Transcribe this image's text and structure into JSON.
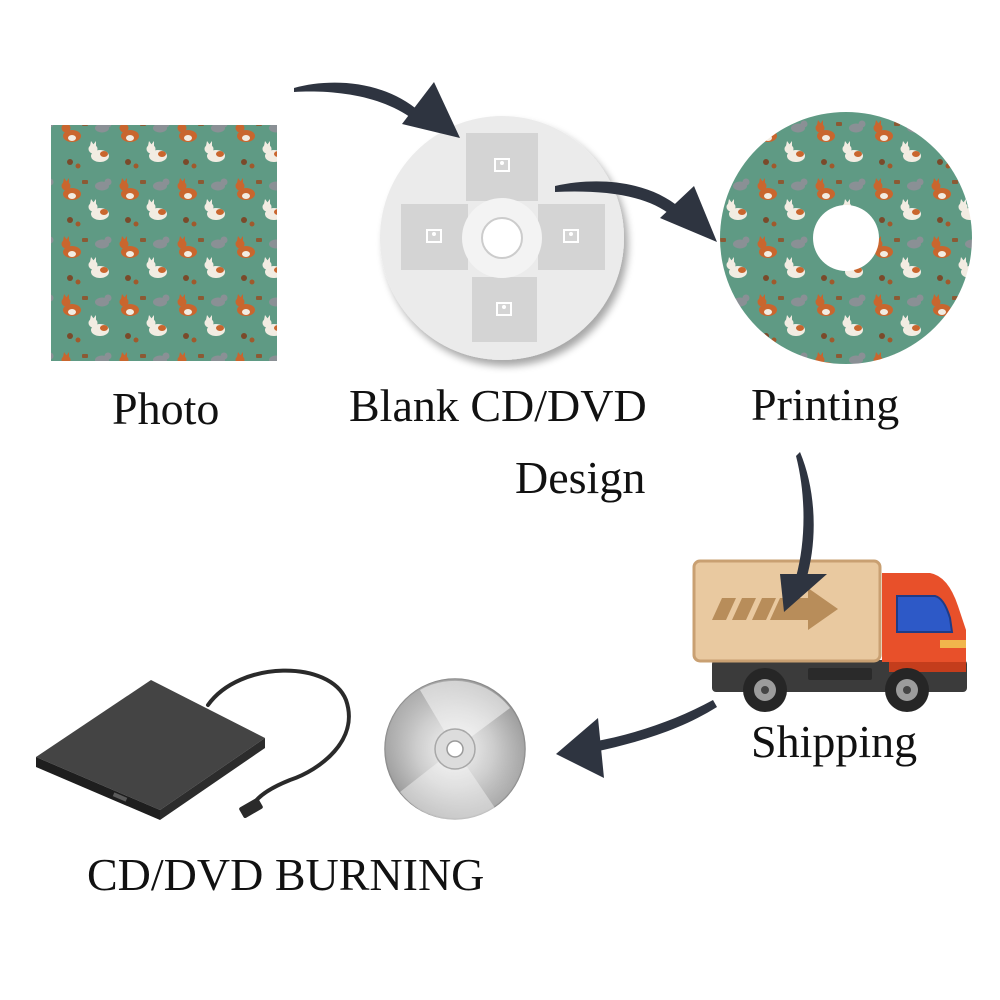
{
  "steps": {
    "photo": {
      "label": "Photo",
      "icon": "cat-pattern-photo"
    },
    "blank_design": {
      "label_line1": "Blank CD/DVD",
      "label_line2": "Design",
      "icon": "blank-disc-template"
    },
    "printing": {
      "label": "Printing",
      "icon": "printed-disc"
    },
    "shipping": {
      "label": "Shipping",
      "icon": "delivery-truck"
    },
    "burning": {
      "label": "CD/DVD BURNING",
      "icon": "external-drive-and-disc"
    }
  },
  "colors": {
    "arrow": "#2e3440",
    "pattern_bg": "#5f9a84",
    "cat_orange": "#c9662e",
    "cat_gray": "#8a9095",
    "cat_white": "#f2ece2",
    "truck_cab": "#e8502a",
    "truck_box": "#e9c9a0",
    "blank_disc": "#ebebeb",
    "placeholder": "#d4d4d4",
    "drive": "#3a3a3a"
  }
}
